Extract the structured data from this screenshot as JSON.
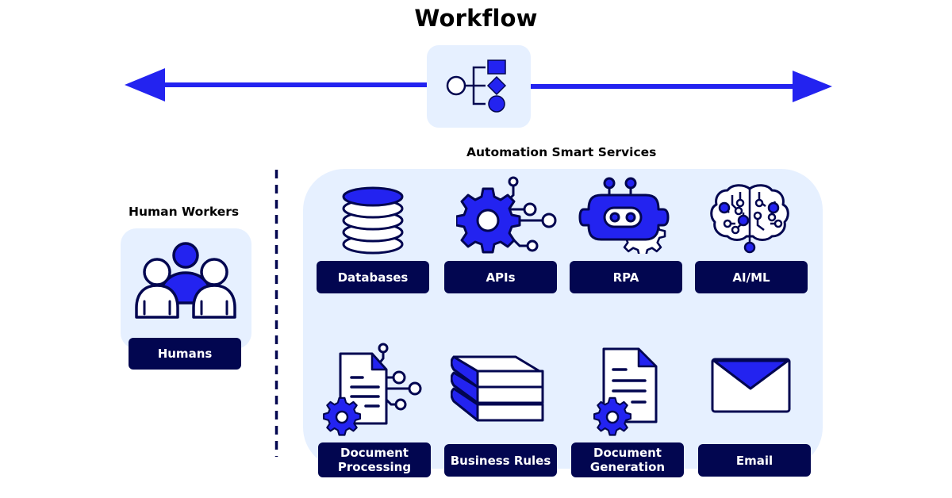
{
  "title": "Workflow",
  "colors": {
    "accent_blue": "#2323f0",
    "navy": "#020650",
    "panel_bg": "#e6f0ff",
    "white": "#ffffff"
  },
  "workflow": {
    "icon": "workflow-branch-icon",
    "arrow": "bidirectional-arrow"
  },
  "human_section": {
    "title": "Human Workers",
    "items": [
      {
        "label": "Humans",
        "icon": "people-group-icon"
      }
    ]
  },
  "automation_section": {
    "title": "Automation Smart Services",
    "items": [
      {
        "label": "Databases",
        "icon": "database-icon"
      },
      {
        "label": "APIs",
        "icon": "api-gear-icon"
      },
      {
        "label": "RPA",
        "icon": "robot-icon"
      },
      {
        "label": "AI/ML",
        "icon": "brain-circuit-icon"
      },
      {
        "label": "Document\nProcessing",
        "icon": "document-processing-icon"
      },
      {
        "label": "Business Rules",
        "icon": "books-icon"
      },
      {
        "label": "Document\nGeneration",
        "icon": "document-generation-icon"
      },
      {
        "label": "Email",
        "icon": "envelope-icon"
      }
    ]
  }
}
